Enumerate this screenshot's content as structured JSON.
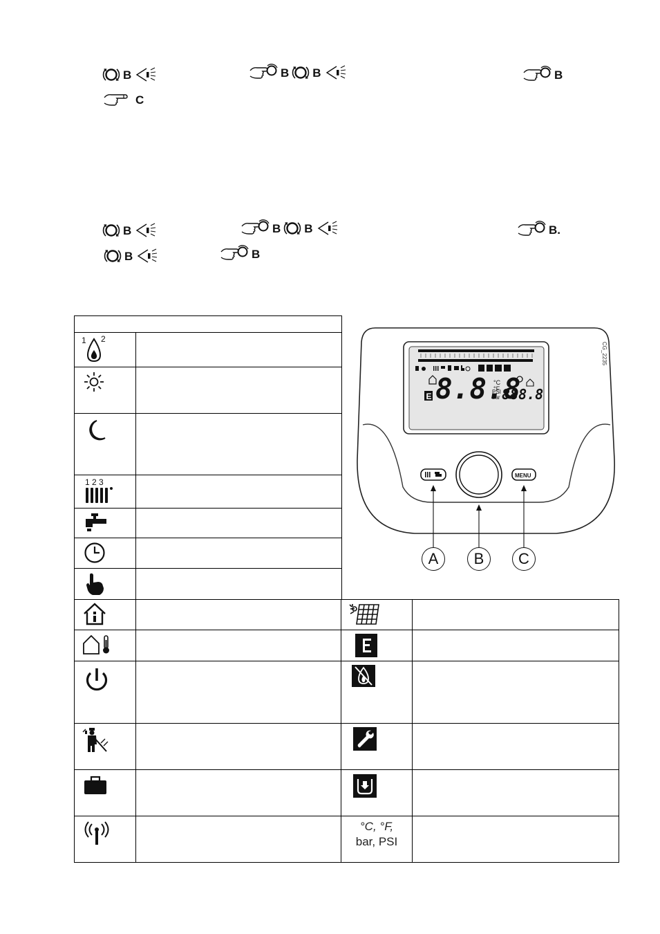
{
  "labels": {
    "b": "B",
    "c": "C",
    "b_period": "B."
  },
  "device": {
    "code": "CG_2235",
    "lcd_big_digits": "8.8.8",
    "lcd_small_digits": "888.8",
    "lcd_e": "E",
    "lcd_deg_c": "°C",
    "lcd_deg_f": "°F",
    "lcd_psi": "PSI",
    "lcd_bar": "bar",
    "button_c_label": "MENU",
    "callout_a": "A",
    "callout_b": "B",
    "callout_c": "C"
  },
  "table": {
    "units_line1": "°C, °F,",
    "units_line2": "bar, PSI",
    "left_icons": [
      "flame-1-2-icon",
      "sun-icon",
      "moon-icon",
      "radiator-zones-icon",
      "tap-icon",
      "clock-icon",
      "hand-icon"
    ],
    "bottom_left_icons": [
      "house-info-icon",
      "house-thermometer-icon",
      "power-icon",
      "chimney-sweep-icon",
      "suitcase-icon",
      "antenna-icon"
    ],
    "bottom_right_icons": [
      "solar-panel-icon",
      "error-e-icon",
      "no-flame-icon",
      "wrench-icon",
      "tank-drain-icon",
      "units-text"
    ]
  },
  "colors": {
    "ink": "#111111",
    "lcd_bg": "#e6e6e6",
    "panel_line": "#333333"
  }
}
